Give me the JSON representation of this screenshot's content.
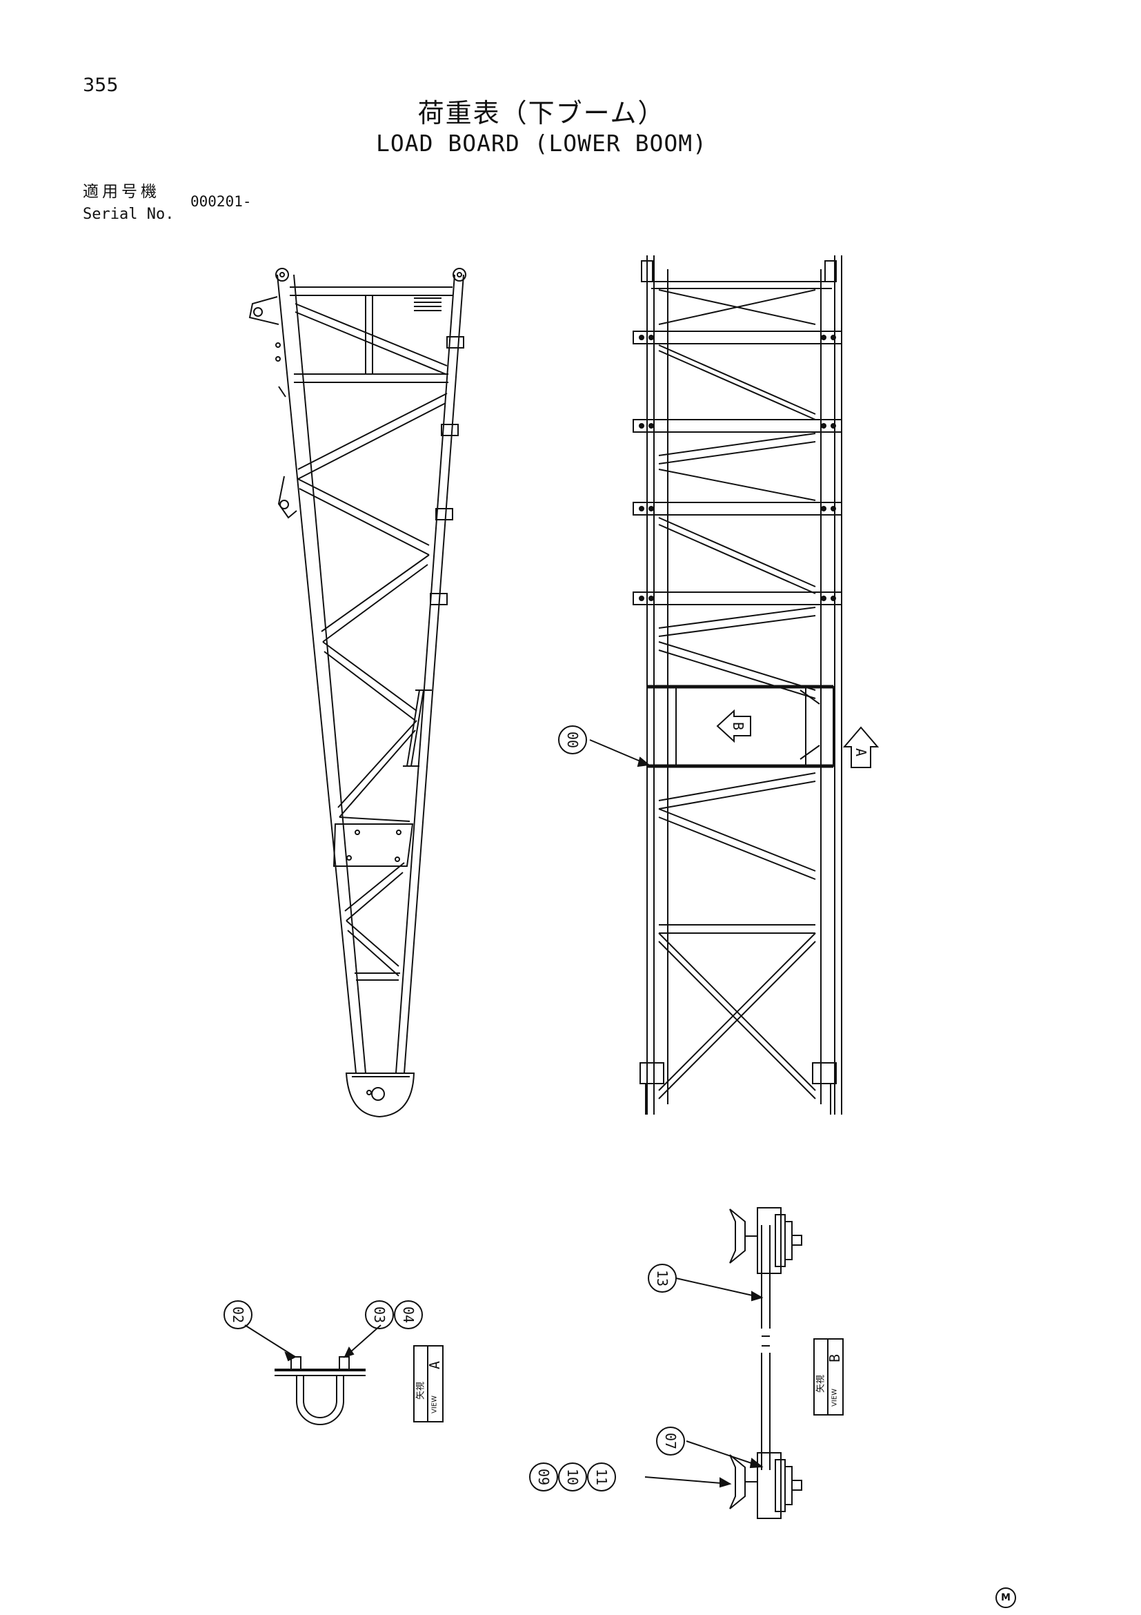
{
  "header": {
    "page_number": "355",
    "title_jp": "荷重表（下ブーム）",
    "title_en": "LOAD BOARD (LOWER BOOM)",
    "serial_label_jp": "適用号機",
    "serial_label_en": "Serial No.",
    "serial_value": "000201-"
  },
  "callouts": [
    "00",
    "02",
    "03",
    "04",
    "13",
    "07",
    "09",
    "10",
    "11"
  ],
  "view_arrows": {
    "a": "A",
    "b": "B"
  },
  "view_labels": {
    "a": {
      "kanji": "矢視",
      "view": "VIEW",
      "letter": "A"
    },
    "b": {
      "kanji": "矢視",
      "view": "VIEW",
      "letter": "B"
    }
  },
  "footer": {
    "mark": "M"
  }
}
